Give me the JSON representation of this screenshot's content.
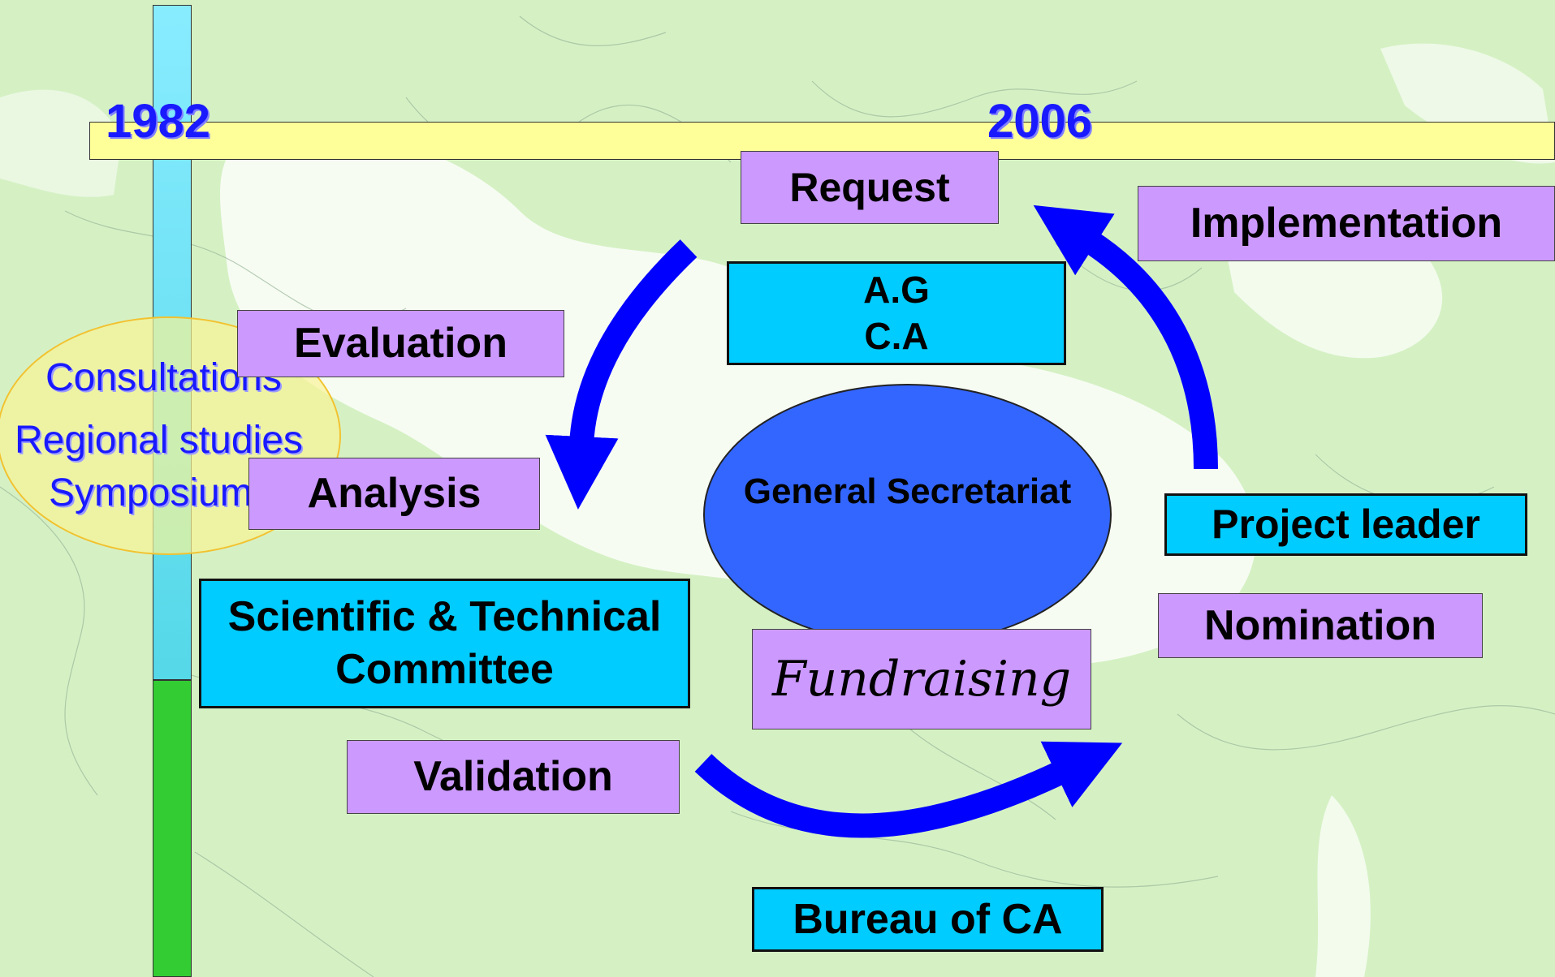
{
  "timeline": {
    "start_year": "1982",
    "end_year": "2006"
  },
  "bubble": {
    "lines": [
      "Consultations",
      "Regional studies",
      "Symposium"
    ]
  },
  "steps": {
    "request": "Request",
    "implementation": "Implementation",
    "evaluation": "Evaluation",
    "analysis": "Analysis",
    "validation": "Validation",
    "nomination": "Nomination",
    "fundraising": "Fundraising"
  },
  "bodies": {
    "ag": "A.G",
    "ca": "C.A",
    "general_secretariat": "General Secretariat",
    "project_leader": "Project leader",
    "scientific_committee_line1": "Scientific & Technical",
    "scientific_committee_line2": "Committee",
    "bureau": "Bureau of CA"
  },
  "colors": {
    "step_box": "#cc99ff",
    "body_box": "#00ccff",
    "secretariat": "#3366ff",
    "arrow": "#0000ff",
    "timeline_bar": "#ffff99",
    "years_text": "#1a1aff",
    "bubble_fill": "#f6f3a0",
    "vertical_top": "#66e6f0",
    "vertical_bottom": "#33cc33"
  }
}
